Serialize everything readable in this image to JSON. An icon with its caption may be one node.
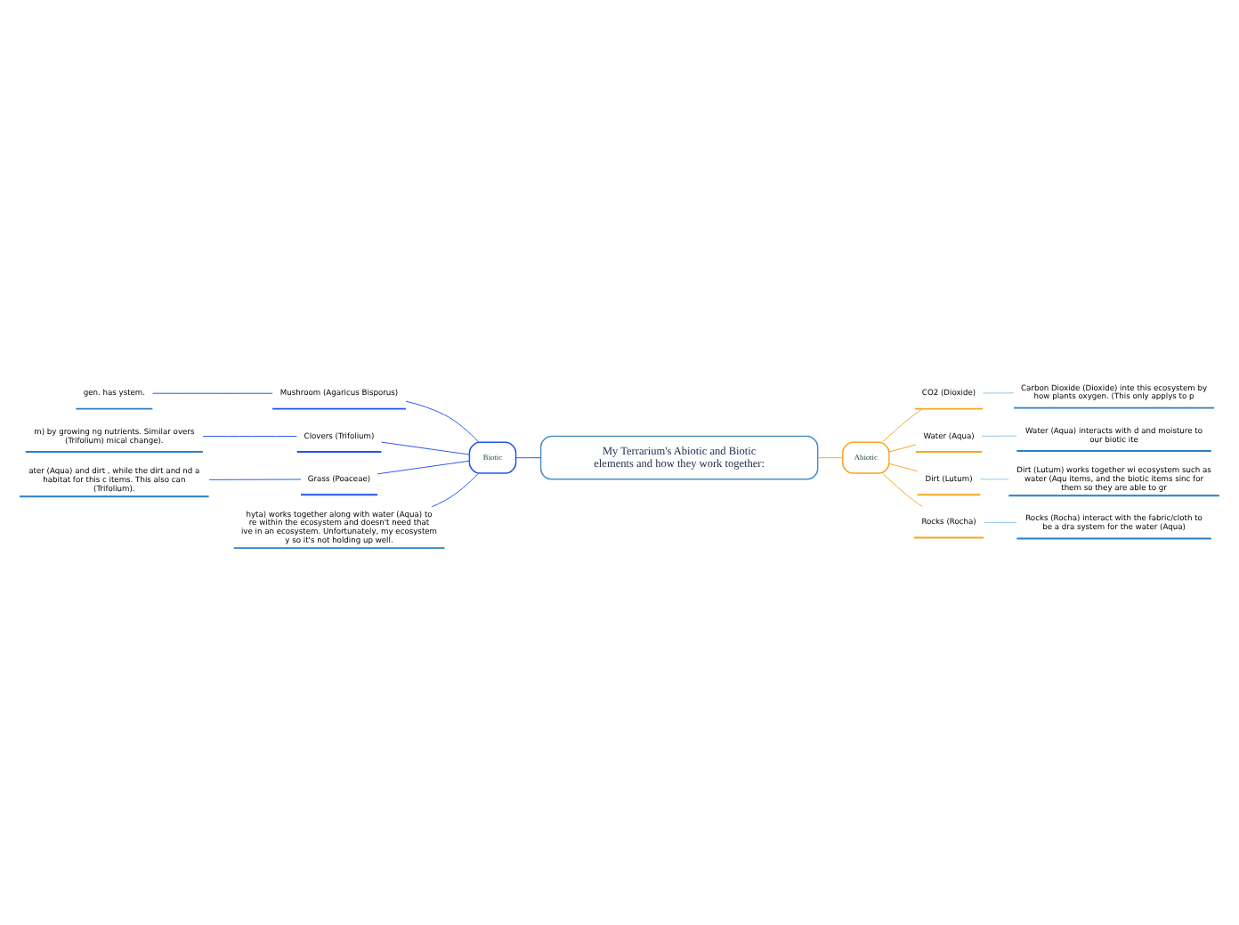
{
  "diagram": {
    "nodes": [
      {
        "text": [
          "My Terrarium's Abiotic and Biotic elements and how they work together:"
        ]
      },
      {
        "text": [
          "Biotic"
        ]
      },
      {
        "text": [
          "Mushroom (Agaricus Bisporus)"
        ]
      },
      {
        "text": [
          "gen. has ystem."
        ]
      },
      {
        "text": [
          "Clovers (Trifolium)"
        ]
      },
      {
        "text": [
          "m) by growing ng nutrients. Similar overs (Trifolium) mical change)."
        ]
      },
      {
        "text": [
          "Grass (Poaceae)"
        ]
      },
      {
        "text": [
          "ater (Aqua) and dirt , while the dirt and nd a habitat for this c items. This also can (Trifolium)."
        ]
      },
      {
        "text": [
          "hyta) works together along with water (Aqua) to re within the ecosystem and doesn't need that ive in an ecosystem. Unfortunately, my ecosystem y so it's not holding up well."
        ]
      },
      {
        "text": [
          "Abiotic"
        ]
      },
      {
        "text": [
          "CO2 (Dioxide)"
        ]
      },
      {
        "text": [
          "Carbon Dioxide (Dioxide) inte this ecosystem by how plants oxygen. (This only applys to p"
        ]
      },
      {
        "text": [
          "Water (Aqua)"
        ]
      },
      {
        "text": [
          "Water (Aqua) interacts with d and moisture to our biotic ite"
        ]
      },
      {
        "text": [
          "Dirt (Lutum)"
        ]
      },
      {
        "text": [
          "Dirt (Lutum) works together wi ecosystem such as water (Aqu items, and the biotic items sinc for them so they are able to gr"
        ]
      },
      {
        "text": [
          "Rocks (Rocha)"
        ]
      },
      {
        "text": [
          "Rocks (Rocha) interact with the fabric/cloth to be a dra system for the water (Aqua)"
        ]
      }
    ],
    "edges": [
      {
        "from": 0,
        "to": 1,
        "arrow": "none"
      },
      {
        "from": 1,
        "to": 2,
        "arrow": "none"
      },
      {
        "from": 2,
        "to": 3,
        "arrow": "none"
      },
      {
        "from": 1,
        "to": 4,
        "arrow": "none"
      },
      {
        "from": 4,
        "to": 5,
        "arrow": "none"
      },
      {
        "from": 1,
        "to": 6,
        "arrow": "none"
      },
      {
        "from": 6,
        "to": 7,
        "arrow": "none"
      },
      {
        "from": 1,
        "to": 8,
        "arrow": "none"
      },
      {
        "from": 0,
        "to": 9,
        "arrow": "none",
        "color": "#f5a623"
      },
      {
        "from": 9,
        "to": 10,
        "arrow": "none",
        "color": "#f5a623"
      },
      {
        "from": 10,
        "to": 11,
        "arrow": "none",
        "color": "#8ec5e6"
      },
      {
        "from": 9,
        "to": 12,
        "arrow": "none",
        "color": "#f5a623"
      },
      {
        "from": 12,
        "to": 13,
        "arrow": "none",
        "color": "#8ec5e6"
      },
      {
        "from": 9,
        "to": 14,
        "arrow": "none",
        "color": "#f5a623"
      },
      {
        "from": 14,
        "to": 15,
        "arrow": "none",
        "color": "#8ec5e6"
      },
      {
        "from": 9,
        "to": 16,
        "arrow": "none",
        "color": "#f5a623"
      },
      {
        "from": 16,
        "to": 17,
        "arrow": "none",
        "color": "#8ec5e6"
      }
    ]
  }
}
